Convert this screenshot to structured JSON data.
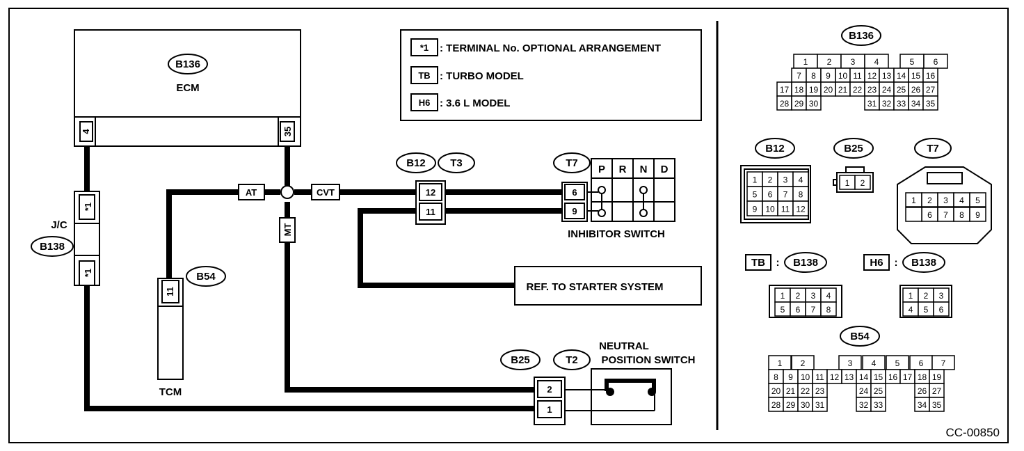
{
  "diagram_id": "CC-00850",
  "legend": [
    {
      "key": "*1",
      "text": ": TERMINAL No. OPTIONAL ARRANGEMENT"
    },
    {
      "key": "TB",
      "text": ": TURBO MODEL"
    },
    {
      "key": "H6",
      "text": ": 3.6 L MODEL"
    }
  ],
  "components": {
    "ecm": {
      "label": "ECM",
      "connector": "B136",
      "pin_left": "4",
      "pin_right": "35"
    },
    "jc": {
      "label": "J/C",
      "connector": "B138",
      "pin_top": "*1",
      "pin_bottom": "*1"
    },
    "tcm": {
      "label": "TCM",
      "connector": "B54",
      "pin": "11"
    },
    "inhibitor": {
      "label": "INHIBITOR SWITCH",
      "connectors": [
        "B12",
        "T3",
        "T7"
      ],
      "pins_left": [
        "12",
        "11"
      ],
      "pins_right": [
        "6",
        "9"
      ],
      "positions": [
        "P",
        "R",
        "N",
        "D"
      ]
    },
    "neutral": {
      "label_1": "NEUTRAL",
      "label_2": "POSITION SWITCH",
      "connectors": [
        "B25",
        "T2"
      ],
      "pins": [
        "2",
        "1"
      ]
    },
    "starter_ref": "REF. TO STARTER SYSTEM",
    "wire_tags": {
      "at": "AT",
      "cvt": "CVT",
      "mt": "MT"
    }
  },
  "connector_views": {
    "b136": {
      "title": "B136"
    },
    "b12": {
      "title": "B12",
      "pins": [
        "1",
        "2",
        "3",
        "4",
        "5",
        "6",
        "7",
        "8",
        "9",
        "10",
        "11",
        "12"
      ]
    },
    "b25": {
      "title": "B25",
      "pins": [
        "1",
        "2"
      ]
    },
    "t7": {
      "title": "T7",
      "pins": [
        "1",
        "2",
        "3",
        "4",
        "5",
        "6",
        "7",
        "8",
        "9"
      ]
    },
    "tb": {
      "key": "TB",
      "sep": ":",
      "title": "B138",
      "pins": [
        "1",
        "2",
        "3",
        "4",
        "5",
        "6",
        "7",
        "8"
      ]
    },
    "h6": {
      "key": "H6",
      "sep": ":",
      "title": "B138",
      "pins": [
        "1",
        "2",
        "3",
        "4",
        "5",
        "6"
      ]
    },
    "b54": {
      "title": "B54"
    }
  }
}
